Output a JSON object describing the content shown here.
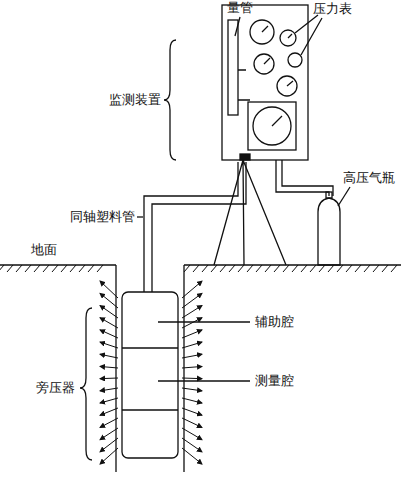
{
  "diagram": {
    "labels": [
      "量管",
      "压力表",
      "监测装置",
      "同轴塑料管",
      "高压气瓶",
      "地面",
      "辅助腔",
      "测量腔",
      "旁压器"
    ]
  }
}
